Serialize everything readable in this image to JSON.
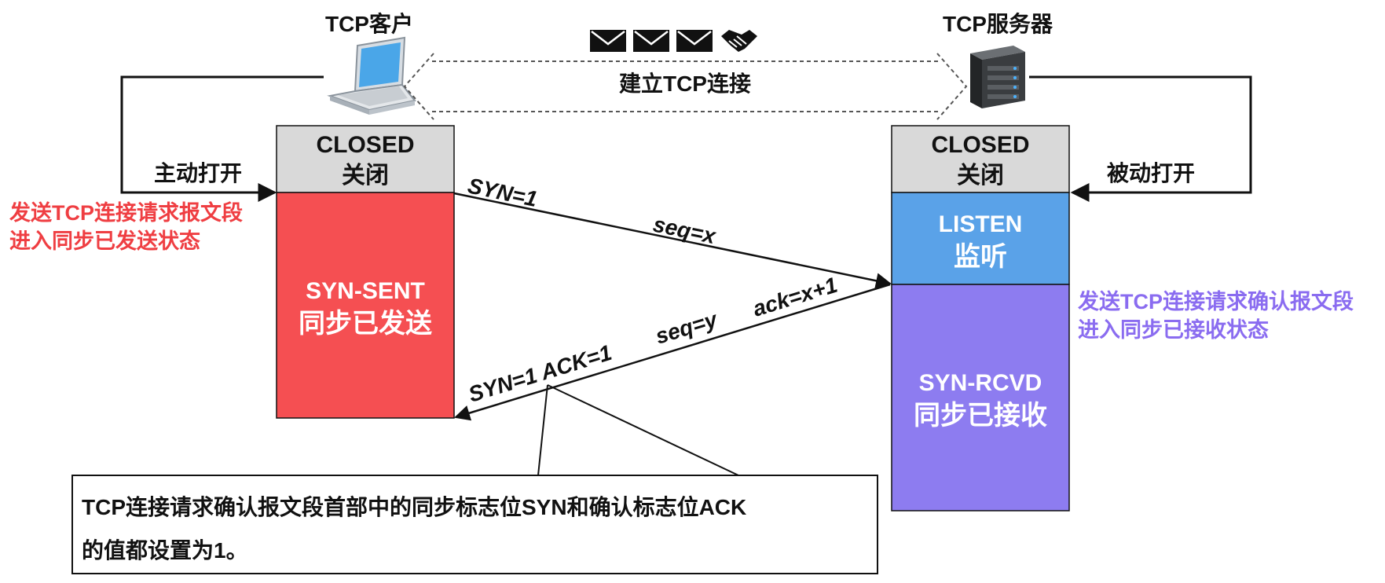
{
  "client": {
    "title": "TCP客户"
  },
  "server": {
    "title": "TCP服务器"
  },
  "connection": {
    "label": "建立TCP连接"
  },
  "client_action": {
    "label": "主动打开"
  },
  "server_action": {
    "label": "被动打开"
  },
  "client_states": {
    "closed_en": "CLOSED",
    "closed_zh": "关闭",
    "synsent_en": "SYN-SENT",
    "synsent_zh": "同步已发送"
  },
  "server_states": {
    "closed_en": "CLOSED",
    "closed_zh": "关闭",
    "listen_en": "LISTEN",
    "listen_zh": "监听",
    "synrcvd_en": "SYN-RCVD",
    "synrcvd_zh": "同步已接收"
  },
  "client_note": {
    "line1": "发送TCP连接请求报文段",
    "line2": "进入同步已发送状态"
  },
  "server_note": {
    "line1": "发送TCP连接请求确认报文段",
    "line2": "进入同步已接收状态"
  },
  "segment1": {
    "flags": "SYN=1",
    "seq": "seq=x"
  },
  "segment2": {
    "flags": "SYN=1  ACK=1",
    "seq": "seq=y",
    "ack": "ack=x+1"
  },
  "callout": {
    "line1": "TCP连接请求确认报文段首部中的同步标志位SYN和确认标志位ACK",
    "line2": "的值都设置为1。"
  },
  "colors": {
    "closed": "#d9d9d9",
    "syn_sent": "#f54f52",
    "listen": "#5aa2e8",
    "syn_rcvd": "#8d7cf0",
    "client_note": "#ef3e42",
    "server_note": "#8a6cf0"
  },
  "icons": [
    "envelope-icon",
    "envelope-icon",
    "envelope-icon",
    "handshake-icon",
    "laptop-icon",
    "server-icon"
  ]
}
